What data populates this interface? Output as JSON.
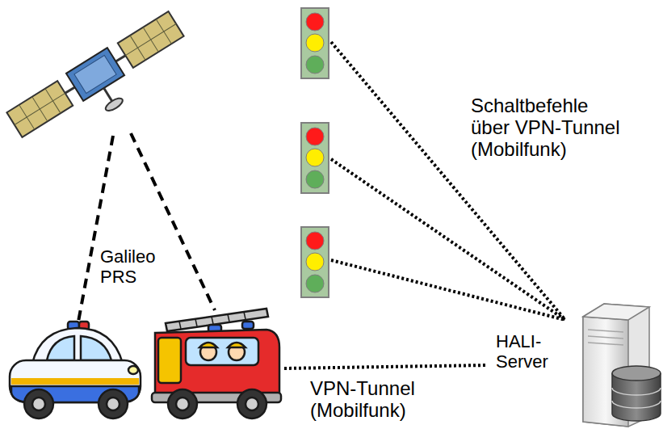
{
  "diagram": {
    "nodes": [
      {
        "text": [
          "HALI- Server"
        ]
      }
    ],
    "labels": [
      "Schaltbefehle über VPN-Tunnel (Mobilfunk)",
      "Galileo PRS",
      "VPN-Tunnel (Mobilfunk)"
    ]
  }
}
